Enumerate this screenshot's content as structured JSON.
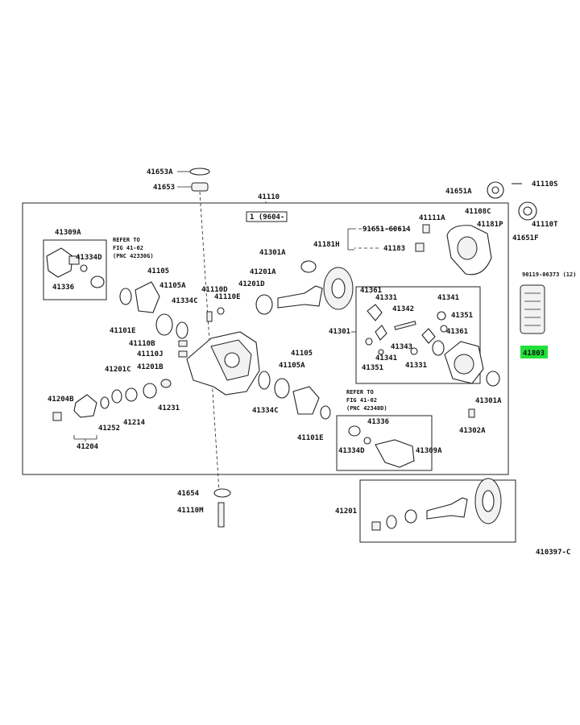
{
  "labels": {
    "l41653A": "41653A",
    "l41653": "41653",
    "l41110": "41110",
    "l41651A": "41651A",
    "l41110S": "41110S",
    "l41108C": "41108C",
    "l41111A": "41111A",
    "l41181P": "41181P",
    "l41110T": "41110T",
    "l41651F": "41651F",
    "l96041": "1 (9604-",
    "l91651": "91651-60614",
    "l41181H": "41181H",
    "l41183": "41183",
    "l41309A_l": "41309A",
    "l41334D_l": "41334D",
    "l41336_l": "41336",
    "refer1a": "REFER TO",
    "refer1b": "FIG 41-02",
    "refer1c": "(PNC 42330G)",
    "l41105_a": "41105",
    "l41105A_a": "41105A",
    "l41334C_a": "41334C",
    "l41101E_a": "41101E",
    "l41110D": "41110D",
    "l41110E": "41110E",
    "l41201A": "41201A",
    "l41201D": "41201D",
    "l41301A_t": "41301A",
    "l41110B": "41110B",
    "l41110J": "41110J",
    "l41201C": "41201C",
    "l41201B": "41201B",
    "l41231": "41231",
    "l41204B": "41204B",
    "l41252": "41252",
    "l41214": "41214",
    "l41204": "41204",
    "l41105_b": "41105",
    "l41105A_b": "41105A",
    "l41334C_b": "41334C",
    "l41101E_b": "41101E",
    "refer2a": "REFER TO",
    "refer2b": "FIG 41-02",
    "refer2c": "(PNC 42340D)",
    "l41336_r": "41336",
    "l41334D_r": "41334D",
    "l41309A_r": "41309A",
    "l41301": "41301",
    "l41361_a": "41361",
    "l41331_a": "41331",
    "l41342": "41342",
    "l41341_a": "41341",
    "l41351_a": "41351",
    "l41361_b": "41361",
    "l41343": "41343",
    "l41341_b": "41341",
    "l41351_b": "41351",
    "l41331_b": "41331",
    "l90119": "90119-06373 (12)",
    "l41803": "41803",
    "l41301A_b": "41301A",
    "l41302A": "41302A",
    "l41654": "41654",
    "l41110M": "41110M",
    "l41201": "41201",
    "ref": "410397-C"
  },
  "highlight_color": "#22e03a"
}
